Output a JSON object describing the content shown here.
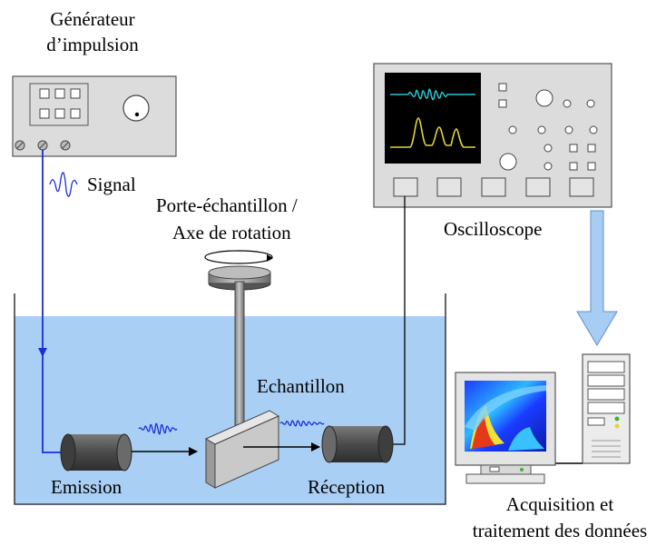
{
  "labels": {
    "generator_line1": "Générateur",
    "generator_line2": "d’impulsion",
    "signal": "Signal",
    "holder_line1": "Porte-échantillon /",
    "holder_line2": "Axe de rotation",
    "oscilloscope": "Oscilloscope",
    "sample": "Echantillon",
    "emission": "Emission",
    "reception": "Réception",
    "acquisition_line1": "Acquisition et",
    "acquisition_line2": "traitement des données"
  },
  "colors": {
    "water": "#a9cff5",
    "tank_outline": "#333333",
    "signal_wire": "#1a2fd8",
    "oscilloscope_trace_top": "#29c4cc",
    "oscilloscope_trace_bottom": "#e3d634",
    "transducer": "#5a5a5a",
    "flow_arrow": "#a7cdf2"
  }
}
